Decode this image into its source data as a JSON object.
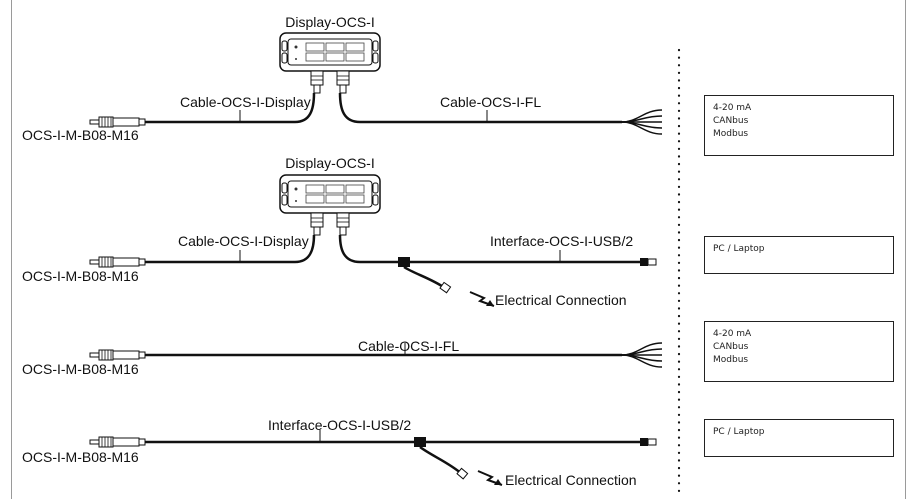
{
  "diagrams": [
    {
      "display_label": "Display-OCS-I",
      "sensor_label": "OCS-I-M-B08-M16",
      "cable_left_label": "Cable-OCS-I-Display",
      "cable_right_label": "Cable-OCS-I-FL",
      "output_box": [
        "4-20 mA",
        "CANbus",
        "Modbus"
      ]
    },
    {
      "display_label": "Display-OCS-I",
      "sensor_label": "OCS-I-M-B08-M16",
      "cable_left_label": "Cable-OCS-I-Display",
      "cable_right_label": "Interface-OCS-I-USB/2",
      "electrical_label": "Electrical Connection",
      "output_box": [
        "PC / Laptop"
      ]
    },
    {
      "sensor_label": "OCS-I-M-B08-M16",
      "cable_label": "Cable-OCS-I-FL",
      "output_box": [
        "4-20 mA",
        "CANbus",
        "Modbus"
      ]
    },
    {
      "sensor_label": "OCS-I-M-B08-M16",
      "cable_label": "Interface-OCS-I-USB/2",
      "electrical_label": "Electrical Connection",
      "output_box": [
        "PC / Laptop"
      ]
    }
  ]
}
